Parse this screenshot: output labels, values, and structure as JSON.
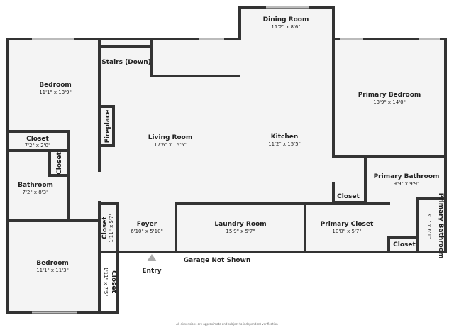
{
  "rooms": [
    {
      "name": "Dining Room",
      "dim": "11'2\" x 8'6\""
    },
    {
      "name": "Stairs (Down)",
      "dim": ""
    },
    {
      "name": "Bedroom",
      "dim": "11'1\" x 13'9\""
    },
    {
      "name": "Primary Bedroom",
      "dim": "13'9\" x 14'0\""
    },
    {
      "name": "Fireplace",
      "dim": ""
    },
    {
      "name": "Living Room",
      "dim": "17'6\" x 15'5\""
    },
    {
      "name": "Kitchen",
      "dim": "11'2\" x 15'5\""
    },
    {
      "name": "Closet",
      "dim": "7'2\" x 2'0\""
    },
    {
      "name": "Closet",
      "dim": ""
    },
    {
      "name": "Bathroom",
      "dim": "7'2\" x 8'3\""
    },
    {
      "name": "Primary Bathroom",
      "dim": "9'9\" x 9'9\""
    },
    {
      "name": "Closet",
      "dim": ""
    },
    {
      "name": "Closet",
      "dim": "1'11\" x 5'7\""
    },
    {
      "name": "Foyer",
      "dim": "6'10\" x 5'10\""
    },
    {
      "name": "Laundry Room",
      "dim": "15'9\" x 5'7\""
    },
    {
      "name": "Primary Closet",
      "dim": "10'0\" x 5'7\""
    },
    {
      "name": "Primary Bathroom",
      "dim": "3'1\" x 6'1\""
    },
    {
      "name": "Closet",
      "dim": ""
    },
    {
      "name": "Bedroom",
      "dim": "11'1\" x 11'3\""
    },
    {
      "name": "Closet",
      "dim": "1'11\" x 7'5\""
    }
  ],
  "labels": {
    "entry": "Entry",
    "garage": "Garage Not Shown",
    "disclaimer": "All dimensions are approximate and subject to independent verification"
  },
  "colors": {
    "wall": "#333333",
    "floor": "#f4f4f4",
    "entry_arrow": "#aaaaaa"
  }
}
